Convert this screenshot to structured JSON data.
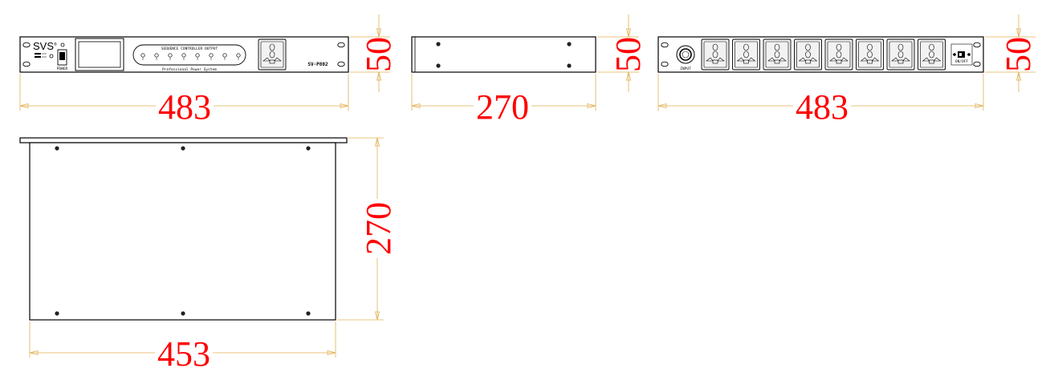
{
  "colors": {
    "line": "#000000",
    "dimension_text": "#ff0000",
    "dimension_line": "#e0b050",
    "socket_fill": "#f2f2f2"
  },
  "front_panel": {
    "brand": "SVS",
    "brand_mark": "®",
    "power_label": "POWER",
    "display_header": "SEQUENCE CONTROLLER OUTPUT",
    "display_footer": "Professional Power System",
    "model": "SV-P802",
    "channel_count": 8,
    "socket_count": 1
  },
  "rear_panel": {
    "socket_count": 8,
    "input_label": "INPUT",
    "switch_label": "ON/OFF"
  },
  "dimensions": {
    "front_width": "483",
    "front_height": "50",
    "side_depth": "270",
    "side_height": "50",
    "rear_width": "483",
    "rear_height": "50",
    "top_depth": "270",
    "top_width": "453"
  },
  "icons": {
    "socket": "universal-socket-icon",
    "screw": "screw-hole-icon",
    "led": "led-indicator-icon",
    "switch": "power-switch-icon",
    "connector": "power-input-connector-icon"
  }
}
